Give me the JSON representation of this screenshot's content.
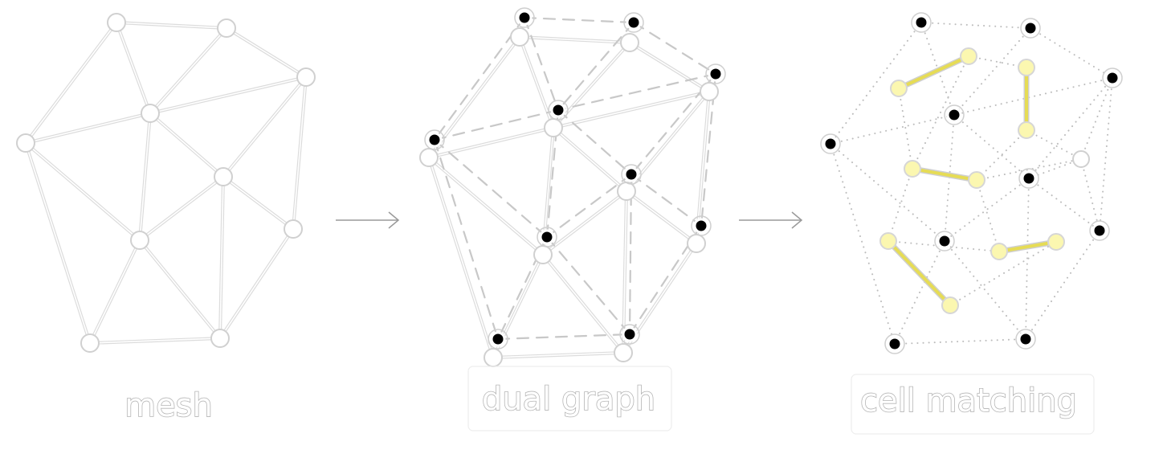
{
  "panels": [
    {
      "id": "mesh",
      "caption": "mesh"
    },
    {
      "id": "dual",
      "caption": "dual graph"
    },
    {
      "id": "matching",
      "caption": "cell matching"
    }
  ],
  "colors": {
    "mesh_edge": "#dcdcdc",
    "dual_node": "#000000",
    "matched_edge": "#e6dc55",
    "matched_node": "#fbf7b0"
  },
  "arrows": [
    "arrow-right-icon",
    "arrow-right-icon"
  ]
}
